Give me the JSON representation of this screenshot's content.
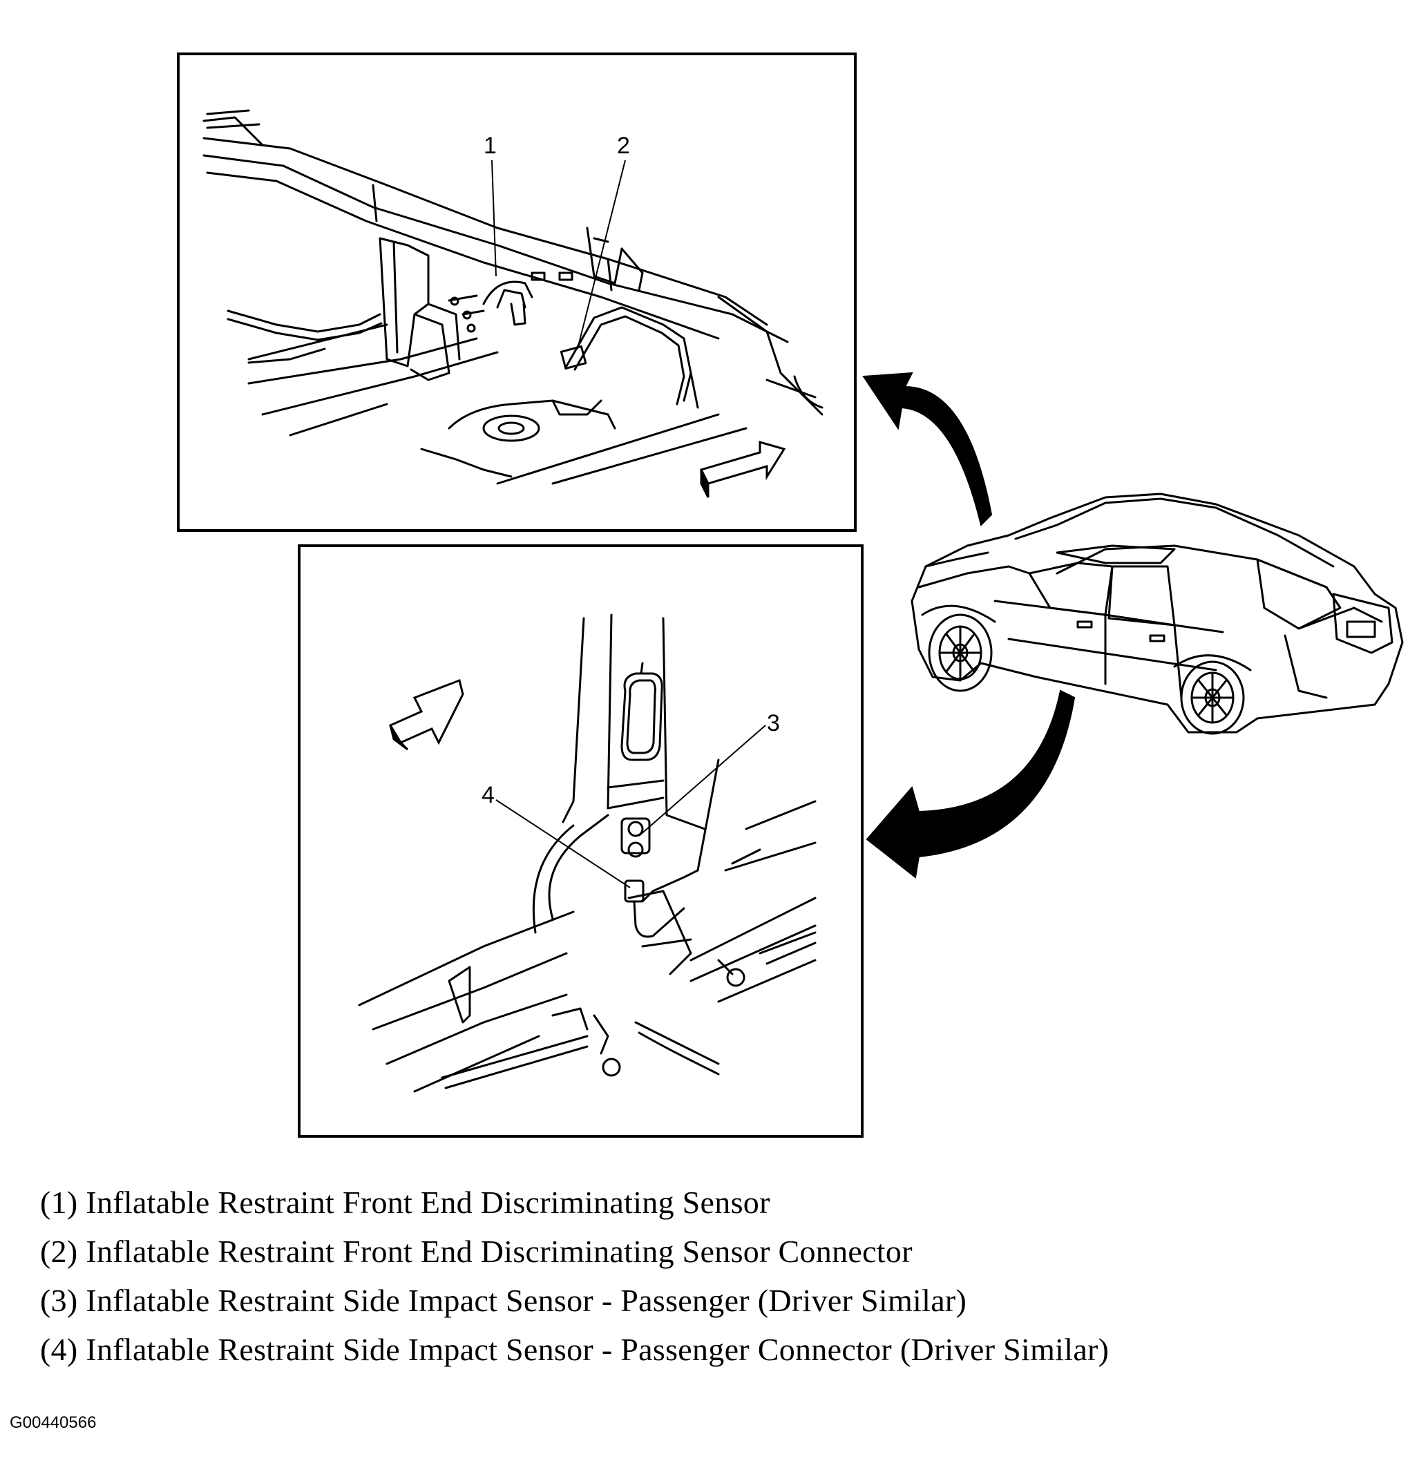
{
  "callouts": {
    "c1": "1",
    "c2": "2",
    "c3": "3",
    "c4": "4"
  },
  "legend": [
    "(1) Inflatable Restraint Front End Discriminating Sensor",
    "(2) Inflatable Restraint Front End Discriminating Sensor Connector",
    "(3) Inflatable Restraint Side Impact Sensor - Passenger (Driver Similar)",
    "(4) Inflatable Restraint Side Impact Sensor - Passenger Connector (Driver Similar)"
  ],
  "figure_id": "G00440566"
}
